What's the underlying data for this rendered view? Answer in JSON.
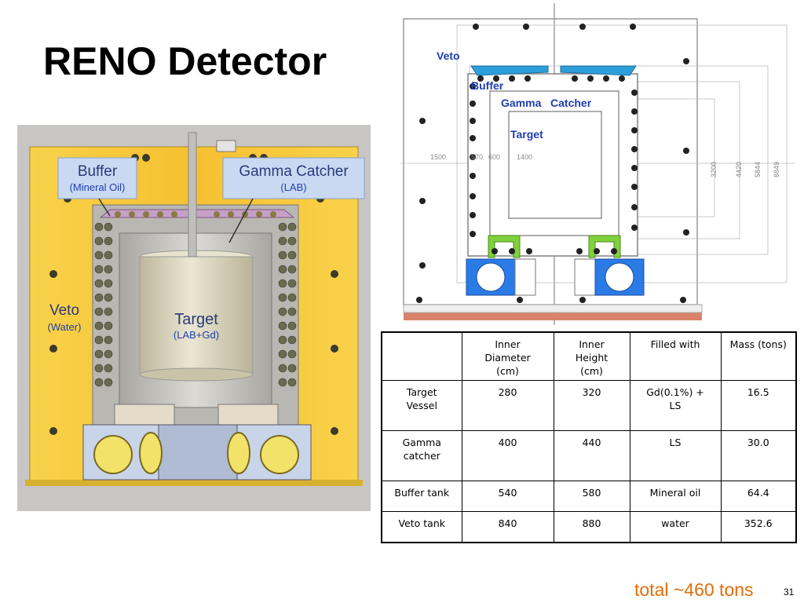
{
  "slide": {
    "title": "RENO Detector",
    "footer_total": "total ~460 tons",
    "slide_number": "31"
  },
  "cutaway": {
    "buffer_label": "Buffer",
    "buffer_sub": "(Mineral Oil)",
    "gamma_label": "Gamma Catcher",
    "gamma_sub": "(LAB)",
    "veto_label": "Veto",
    "veto_sub": "(Water)",
    "target_label": "Target",
    "target_sub": "(LAB+Gd)",
    "colors": {
      "veto": "#f6c63a",
      "buffer_panel": "#c9d9f2",
      "frame": "#c8c4bc",
      "target": "#dcd6c0",
      "label_text": "#2a3a7a",
      "label_sub": "#1f3fae"
    }
  },
  "schematic": {
    "veto": "Veto",
    "buffer": "Buffer",
    "gamma_catcher": "Gamma   Catcher",
    "target": "Target",
    "dims_horizontal": [
      "1500",
      "570",
      "600",
      "1400"
    ],
    "dims_vertical": [
      "3200",
      "4420",
      "5844",
      "8849"
    ],
    "colors": {
      "gamma_lid": "#2e9fd8",
      "supports": "#7fd23b",
      "base_blocks": "#2a7be6",
      "floor": "#d9826a"
    }
  },
  "table": {
    "headers": [
      "",
      "Inner\nDiameter\n(cm)",
      "Inner\nHeight\n(cm)",
      "Filled with",
      "Mass (tons)"
    ],
    "rows": [
      [
        "Target\nVessel",
        "280",
        "320",
        "Gd(0.1%) +\nLS",
        "16.5"
      ],
      [
        "Gamma\ncatcher",
        "400",
        "440",
        "LS",
        "30.0"
      ],
      [
        "Buffer tank",
        "540",
        "580",
        "Mineral oil",
        "64.4"
      ],
      [
        "Veto tank",
        "840",
        "880",
        "water",
        "352.6"
      ]
    ]
  }
}
